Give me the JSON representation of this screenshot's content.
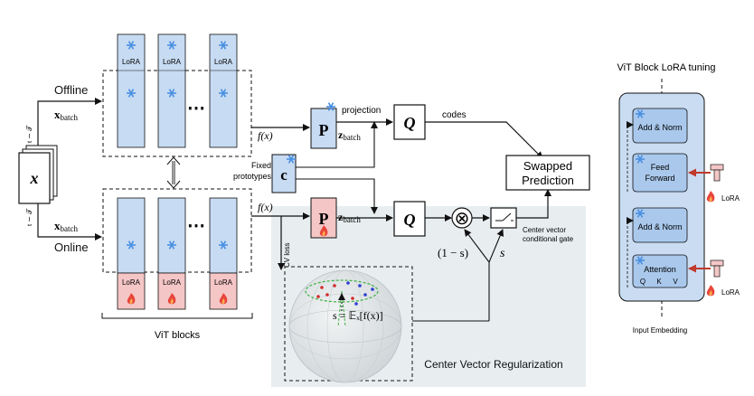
{
  "diagram": {
    "input": {
      "symbol": "x"
    },
    "branches": {
      "offline": {
        "label": "Offline",
        "batch": "x",
        "batch_sub": "batch",
        "sample": "t ∼ 𝒯"
      },
      "online": {
        "label": "Online",
        "batch": "x",
        "batch_sub": "batch",
        "sample": "t ∼ 𝒯"
      }
    },
    "vit": {
      "lora_label": "LoRA",
      "ellipsis": "⋯",
      "group_label": "ViT blocks",
      "feature": "f(x)"
    },
    "projection": {
      "symbol": "P",
      "label": "projection",
      "z": "z",
      "z_sub": "batch"
    },
    "prototypes": {
      "symbol": "c",
      "label_line1": "Fixed",
      "label_line2": "prototypes"
    },
    "codes": {
      "symbol": "Q",
      "label": "codes"
    },
    "swapped": {
      "line1": "Swapped",
      "line2": "Prediction"
    },
    "gate": {
      "one_minus_s": "(1 − s)",
      "s": "s",
      "label_line1": "Center vector",
      "label_line2": "conditional gate",
      "multiply": "⊗"
    },
    "cv": {
      "loss_label": "CV loss",
      "region_label": "Center Vector Regularization",
      "formula": "s = 𝔼ₓ[f(x)]"
    },
    "right_panel": {
      "title": "ViT Block LoRA tuning",
      "add_norm_top": "Add & Norm",
      "ff_line1": "Feed",
      "ff_line2": "Forward",
      "add_norm_bottom": "Add & Norm",
      "attention": "Attention",
      "q": "Q",
      "k": "K",
      "v": "V",
      "lora_label": "LoRA",
      "input_label": "Input Embedding"
    },
    "icons": {
      "frozen": "snowflake-icon",
      "trainable": "flame-icon"
    },
    "colors": {
      "block_blue": "#c7dbf2",
      "block_pink": "#f5c6c6",
      "region_bg": "#e8eef0",
      "panel_bg": "#c9dcf2",
      "ice": "#4a90e2",
      "fire": "#e8453c",
      "arrow_red": "#c0392b"
    }
  }
}
